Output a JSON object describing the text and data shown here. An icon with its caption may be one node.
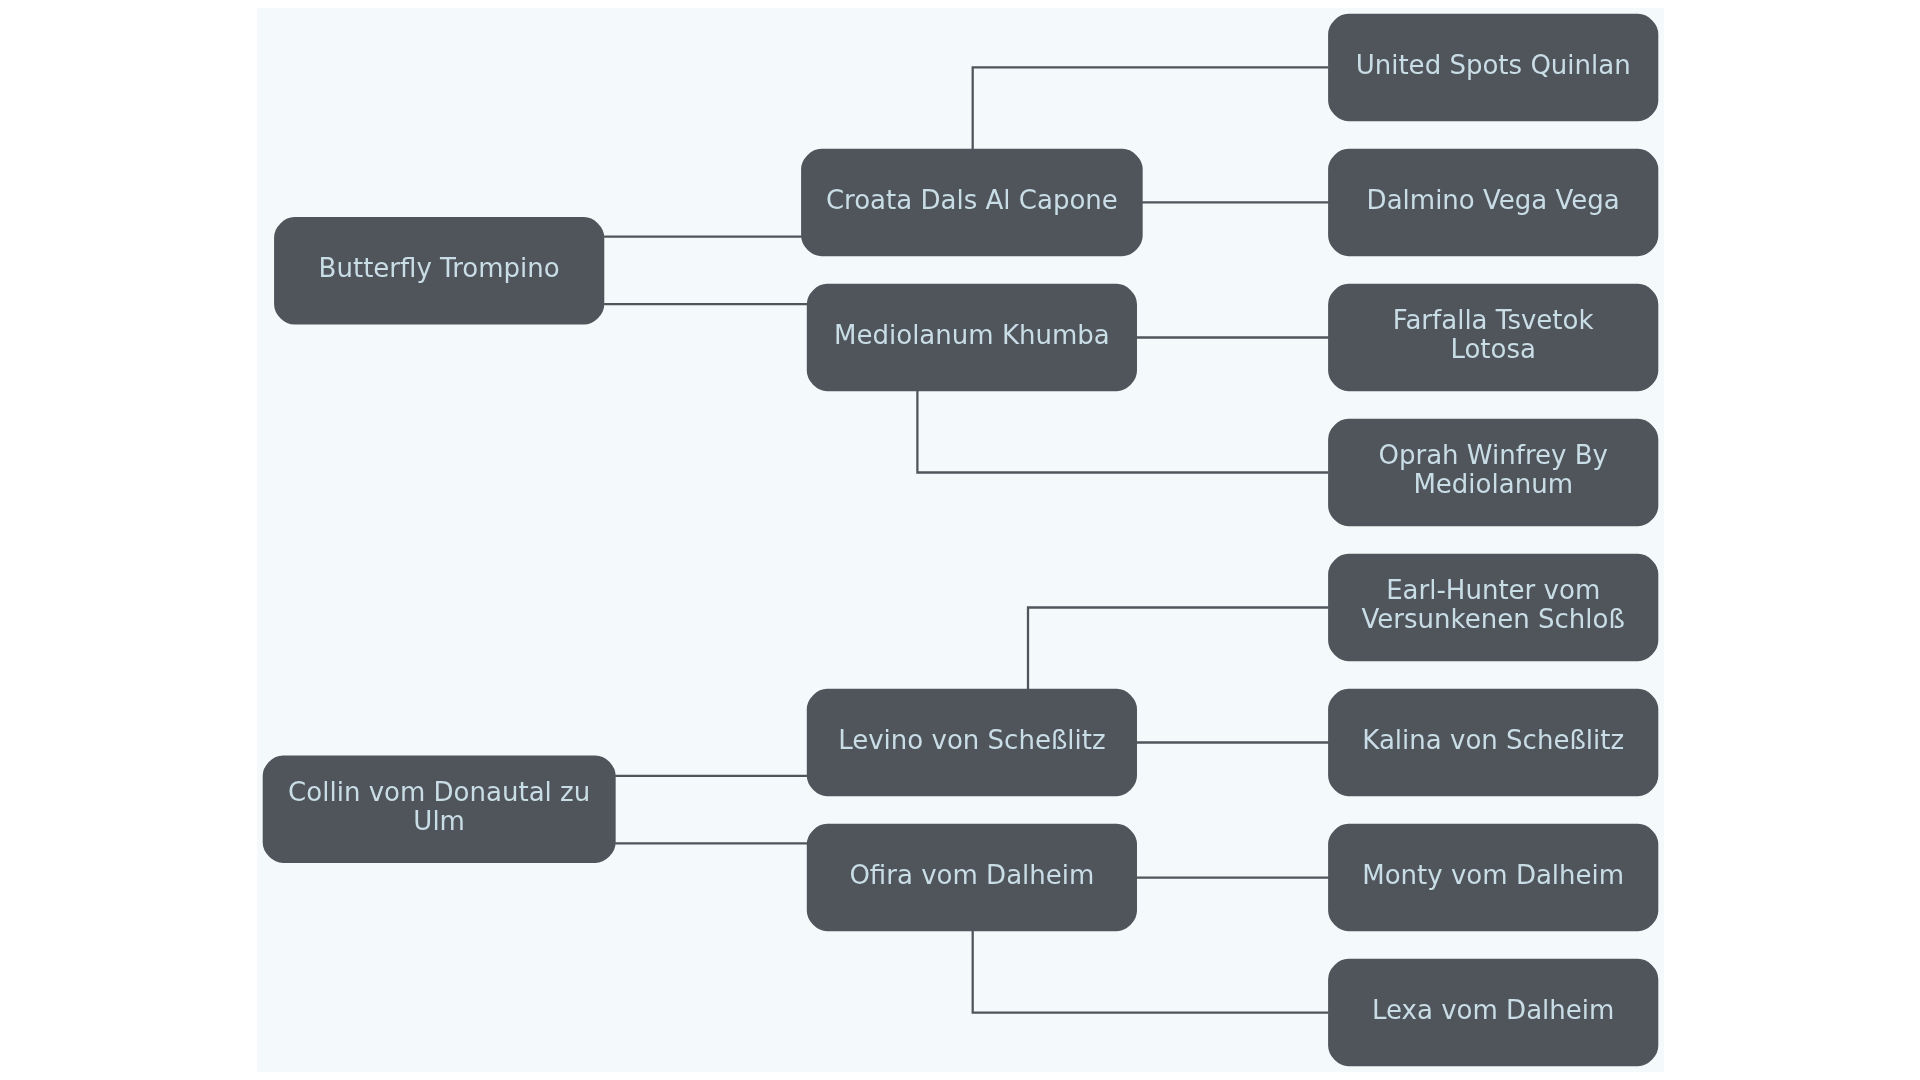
{
  "diagram": {
    "nodes": [
      {
        "text": [
          "Collin vom Donautal zu Ulm"
        ]
      },
      {
        "text": [
          "Butterfly Trompino"
        ]
      },
      {
        "text": [
          "Levino von Scheßlitz"
        ]
      },
      {
        "text": [
          "Ofira vom Dalheim"
        ]
      },
      {
        "text": [
          "Croata Dals Al Capone"
        ]
      },
      {
        "text": [
          "Mediolanum Khumba"
        ]
      },
      {
        "text": [
          "Earl-Hunter vom Versunkenen Schloß"
        ]
      },
      {
        "text": [
          "Kalina von Scheßlitz"
        ]
      },
      {
        "text": [
          "Monty vom Dalheim"
        ]
      },
      {
        "text": [
          "Lexa vom Dalheim"
        ]
      },
      {
        "text": [
          "United Spots Quinlan"
        ]
      },
      {
        "text": [
          "Dalmino Vega Vega"
        ]
      },
      {
        "text": [
          "Farfalla Tsvetok Lotosa"
        ]
      },
      {
        "text": [
          "Oprah Winfrey By Mediolanum"
        ]
      }
    ],
    "edges": [
      {
        "from": 0,
        "to": 2,
        "arrow": "none"
      },
      {
        "from": 0,
        "to": 3,
        "arrow": "none"
      },
      {
        "from": 1,
        "to": 4,
        "arrow": "none"
      },
      {
        "from": 1,
        "to": 5,
        "arrow": "none"
      },
      {
        "from": 2,
        "to": 6,
        "arrow": "none"
      },
      {
        "from": 2,
        "to": 7,
        "arrow": "none"
      },
      {
        "from": 3,
        "to": 8,
        "arrow": "none"
      },
      {
        "from": 3,
        "to": 9,
        "arrow": "none"
      },
      {
        "from": 4,
        "to": 10,
        "arrow": "none"
      },
      {
        "from": 4,
        "to": 11,
        "arrow": "none"
      },
      {
        "from": 5,
        "to": 12,
        "arrow": "none"
      },
      {
        "from": 5,
        "to": 13,
        "arrow": "none"
      }
    ]
  }
}
